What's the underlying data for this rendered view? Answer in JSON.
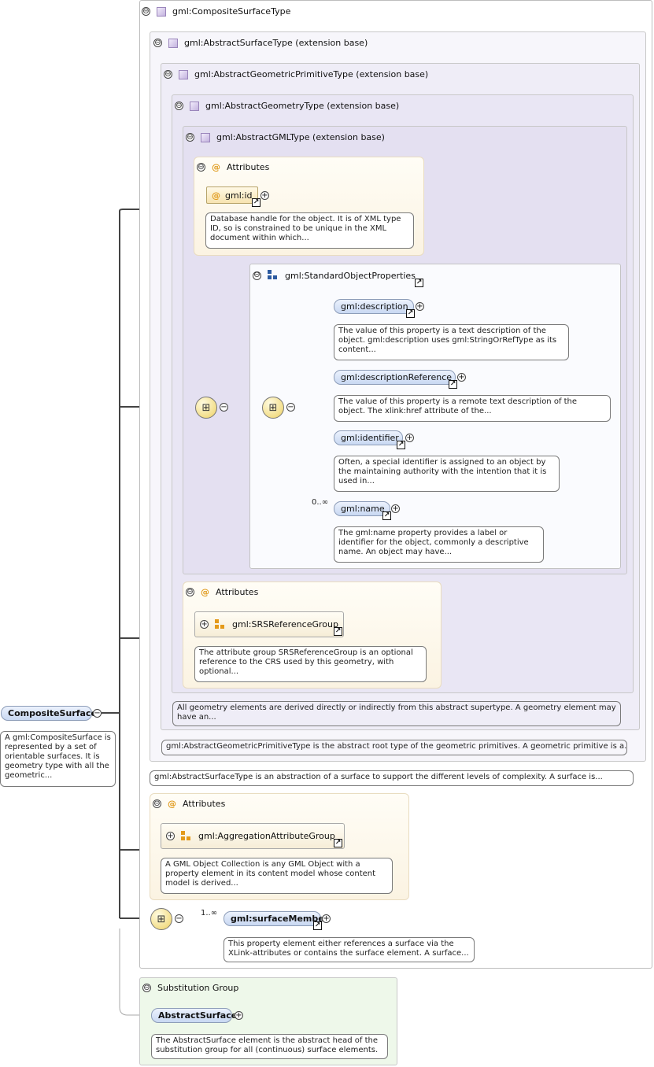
{
  "colors": {
    "type_box_fill": "#ece8f6",
    "element_fill": "#d6e2f7",
    "attribute_fill": "#fdf6e7",
    "substitution_fill": "#eef8ea",
    "attribute_icon": "#e09a1c",
    "sequence_icon": "#2c5aa0"
  },
  "root_element": {
    "name": "CompositeSurface",
    "description": "A gml:CompositeSurface is represented by a set of orientable surfaces. It is geometry type with all the geometric..."
  },
  "type_hierarchy": {
    "composite_surface_type": "gml:CompositeSurfaceType",
    "abstract_surface_type": "gml:AbstractSurfaceType (extension base)",
    "abstract_geometric_primitive_type": "gml:AbstractGeometricPrimitiveType (extension base)",
    "abstract_geometry_type": "gml:AbstractGeometryType (extension base)",
    "abstract_gml_type": "gml:AbstractGMLType (extension base)"
  },
  "gml_attributes": {
    "header": "Attributes",
    "id_label": "gml:id",
    "id_description": "Database handle for the object. It is of XML type ID, so is constrained to be unique in the XML document within which..."
  },
  "standard_object_properties": {
    "title": "gml:StandardObjectProperties",
    "items": [
      {
        "name": "gml:description",
        "description": "The value of this property is a text description of the object. gml:description uses gml:StringOrRefType as its content..."
      },
      {
        "name": "gml:descriptionReference",
        "description": "The value of this property is a remote text description of the object. The xlink:href attribute of the..."
      },
      {
        "name": "gml:identifier",
        "description": "Often, a special identifier is assigned to an object by the maintaining authority with the intention that it is used in..."
      },
      {
        "name": "gml:name",
        "multiplicity": "0..∞",
        "description": "The gml:name property provides a label or identifier for the object, commonly a descriptive name. An object may have..."
      }
    ]
  },
  "geometry_attributes": {
    "header": "Attributes",
    "group_label": "gml:SRSReferenceGroup",
    "group_description": "The attribute group SRSReferenceGroup is an optional reference to the CRS used by this geometry, with optional..."
  },
  "type_descriptions": {
    "abstract_geometry": "All geometry elements are derived directly or indirectly from this abstract supertype. A geometry element may have an...",
    "abstract_geometric_primitive": "gml:AbstractGeometricPrimitiveType is the abstract root type of the geometric primitives. A geometric primitive is a...",
    "abstract_surface": "gml:AbstractSurfaceType is an abstraction of a surface to support the different levels of complexity. A surface is..."
  },
  "aggregation_attributes": {
    "header": "Attributes",
    "group_label": "gml:AggregationAttributeGroup",
    "group_description": "A GML Object Collection is any GML Object with a property element in its content model whose content model is derived..."
  },
  "surface_member": {
    "name": "gml:surfaceMember",
    "multiplicity": "1..∞",
    "description": "This property element either references a surface via the XLink-attributes or contains the surface element. A surface..."
  },
  "substitution_group": {
    "header": "Substitution Group",
    "element": "AbstractSurface",
    "description": "The AbstractSurface element is the abstract head of the substitution group for all (continuous) surface elements."
  },
  "symbols": {
    "collapse": "⊖",
    "expand": "+",
    "reference": "↗",
    "attribute": "@",
    "sequence": "⊞"
  }
}
